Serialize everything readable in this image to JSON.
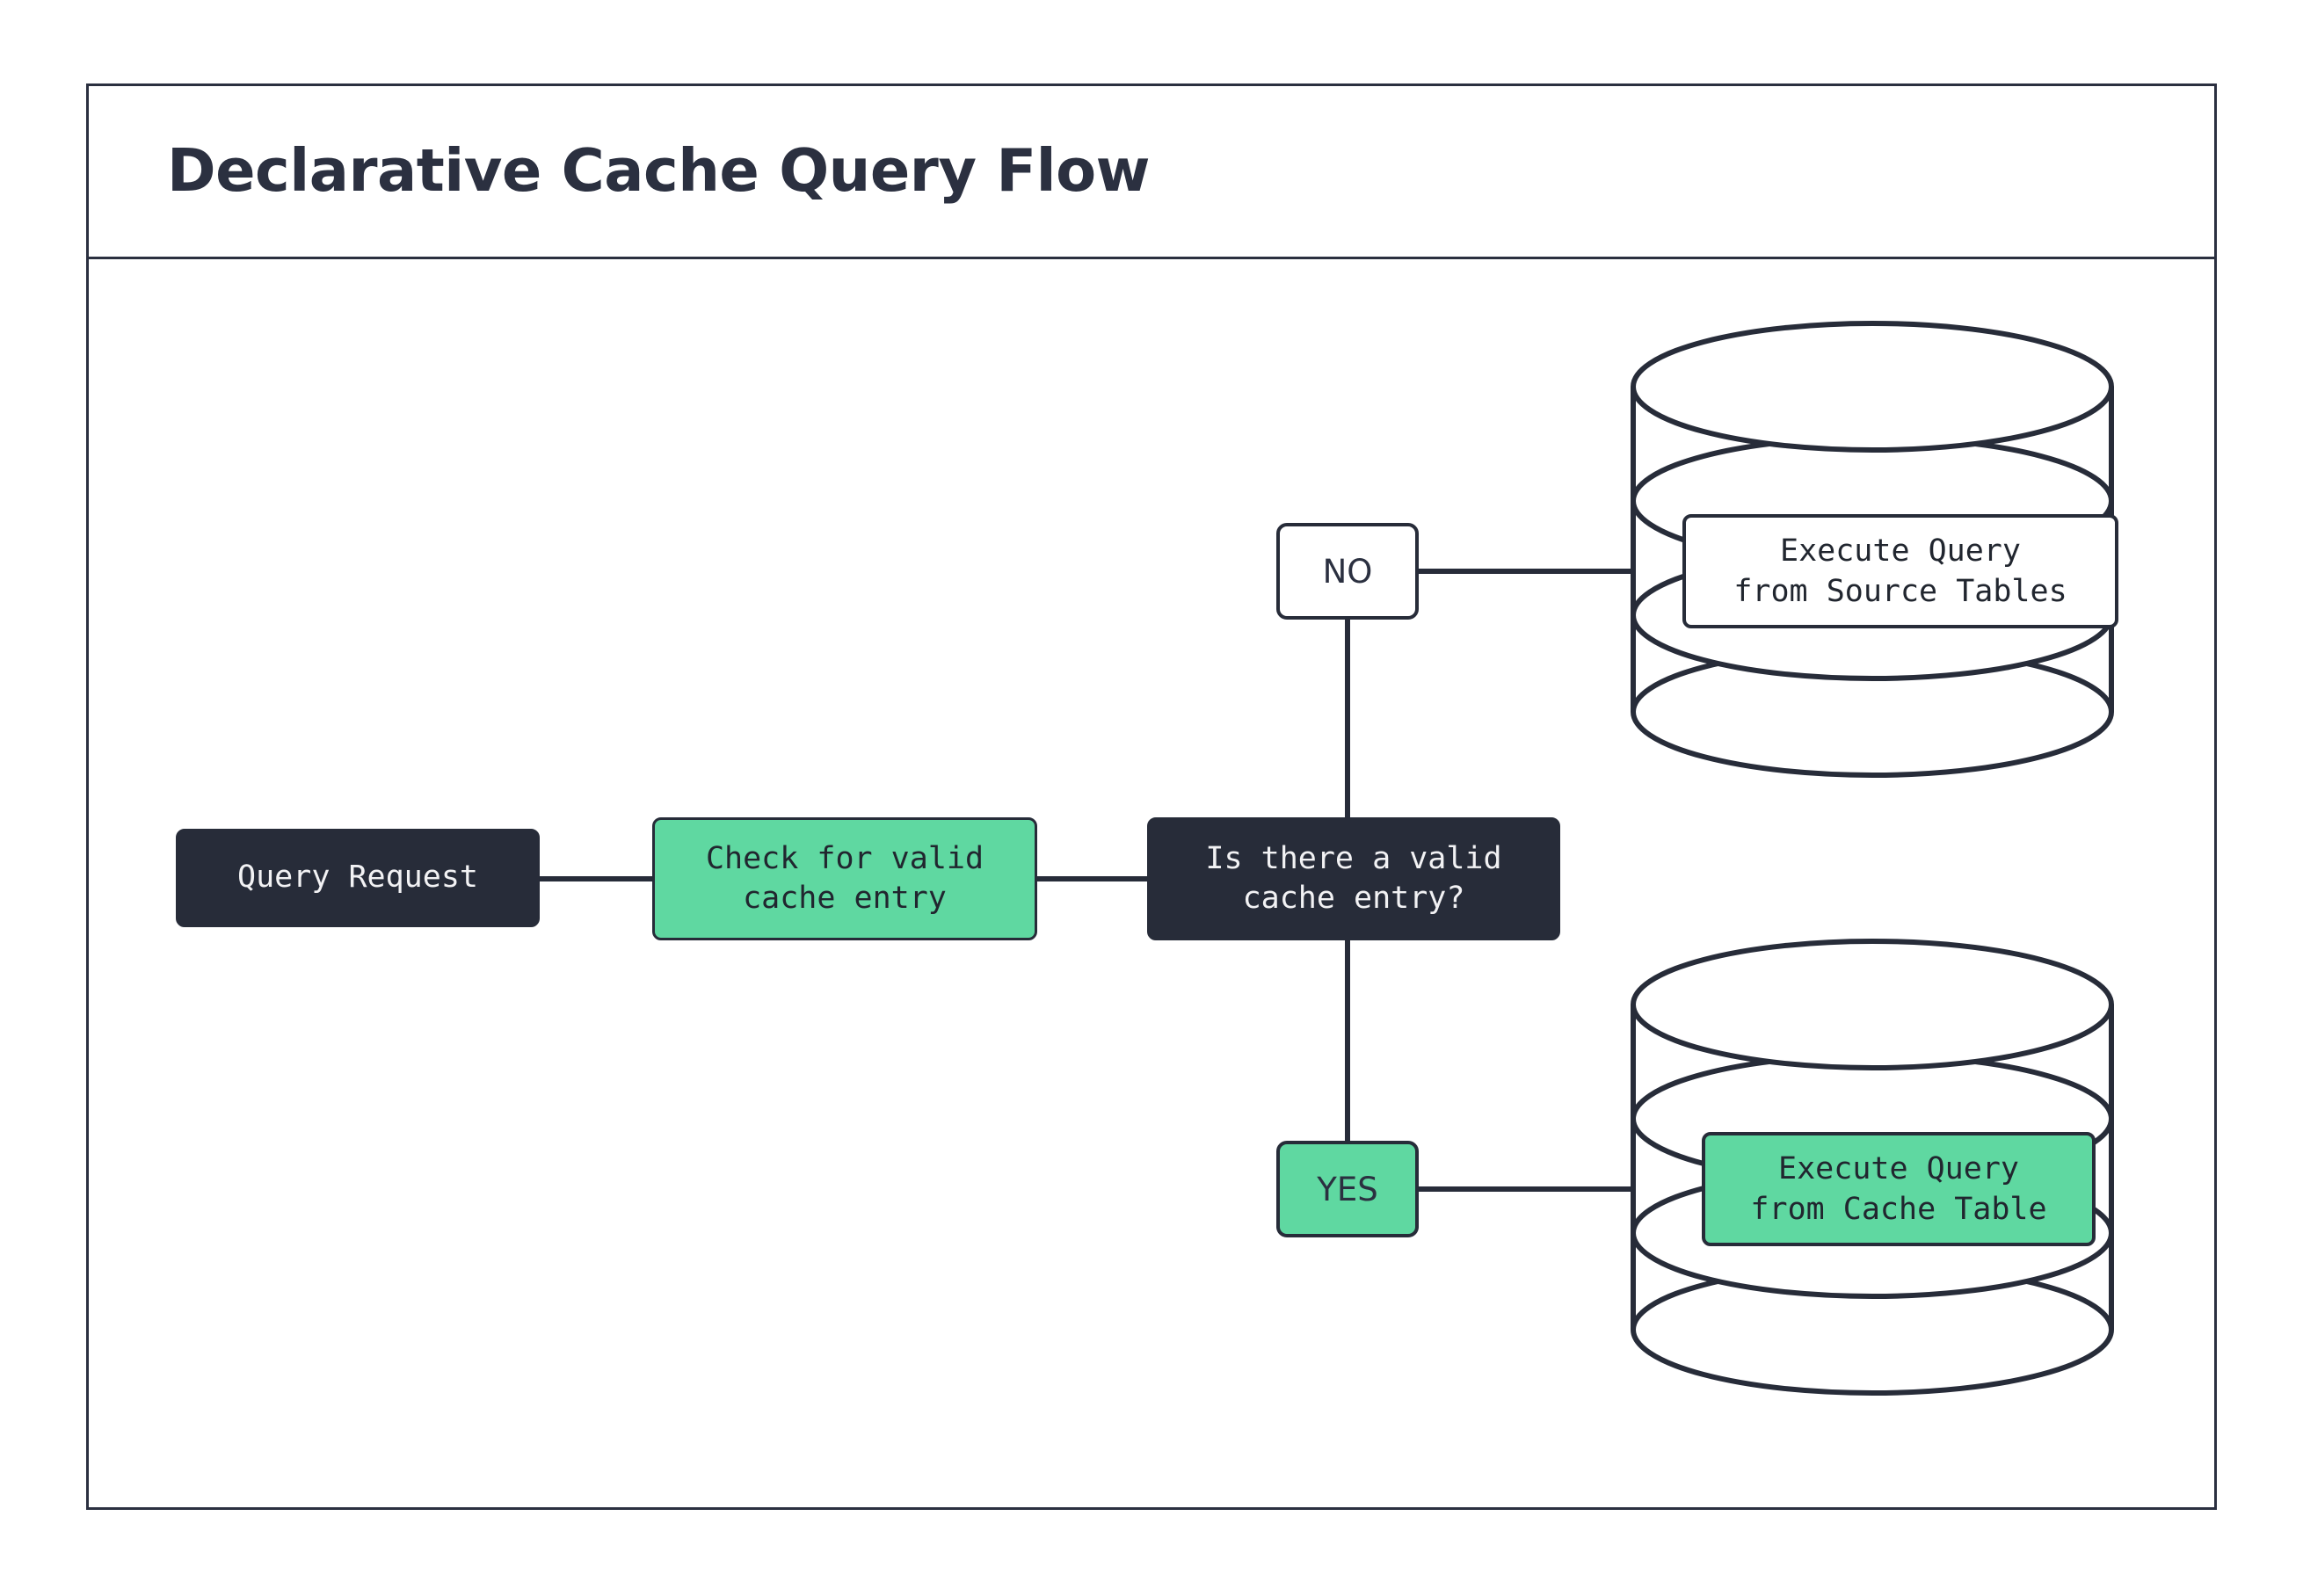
{
  "header": {
    "title": "Declarative Cache Query Flow"
  },
  "flow": {
    "nodes": [
      {
        "id": "query-request",
        "label": "Query Request",
        "style": "dark"
      },
      {
        "id": "check-cache",
        "label": "Check for valid\ncache entry",
        "style": "green"
      },
      {
        "id": "decision",
        "label": "Is there a valid\ncache entry?",
        "style": "dark"
      }
    ],
    "branches": [
      {
        "id": "no",
        "label": "NO",
        "style": "white"
      },
      {
        "id": "yes",
        "label": "YES",
        "style": "green"
      }
    ],
    "databases": [
      {
        "id": "source-tables",
        "label": "Execute Query\nfrom Source Tables",
        "style": "white",
        "icon": "database-cylinder-icon"
      },
      {
        "id": "cache-table",
        "label": "Execute Query\nfrom Cache Table",
        "style": "green",
        "icon": "database-cylinder-icon"
      }
    ]
  },
  "colors": {
    "ink": "#2b3040",
    "node_dark": "#272c39",
    "accent_green": "#5fd8a1",
    "surface": "#ffffff"
  }
}
